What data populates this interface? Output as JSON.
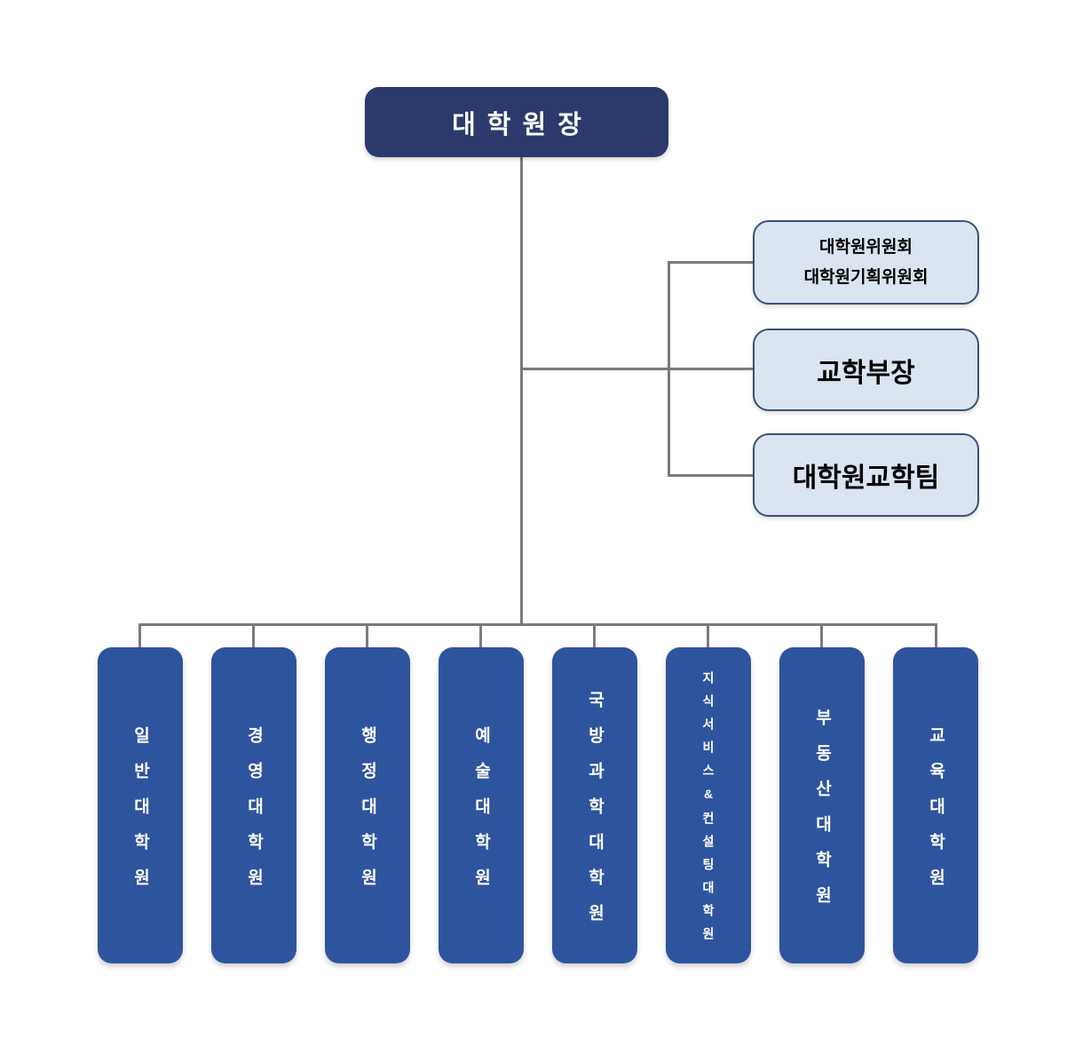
{
  "chart": {
    "type": "org-chart",
    "root": {
      "label": "대학원장"
    },
    "staff": [
      {
        "lines": [
          "대학원위원회",
          "대학원기획위원회"
        ]
      },
      {
        "label": "교학부장"
      },
      {
        "label": "대학원교학팀"
      }
    ],
    "departments": [
      {
        "label": "일반대학원"
      },
      {
        "label": "경영대학원"
      },
      {
        "label": "행정대학원"
      },
      {
        "label": "예술대학원"
      },
      {
        "label": "국방과학대학원"
      },
      {
        "label": "지식서비스&컨설팅대학원"
      },
      {
        "label": "부동산대학원"
      },
      {
        "label": "교육대학원"
      }
    ],
    "colors": {
      "root_bg": "#2c3a6b",
      "root_text": "#ffffff",
      "dept_bg": "#2f549e",
      "dept_text": "#ffffff",
      "staff_bg": "#dbe4f1",
      "staff_border": "#3a5177",
      "staff_text": "#000000",
      "connector": "#7b7b7b",
      "background": "#ffffff"
    }
  }
}
